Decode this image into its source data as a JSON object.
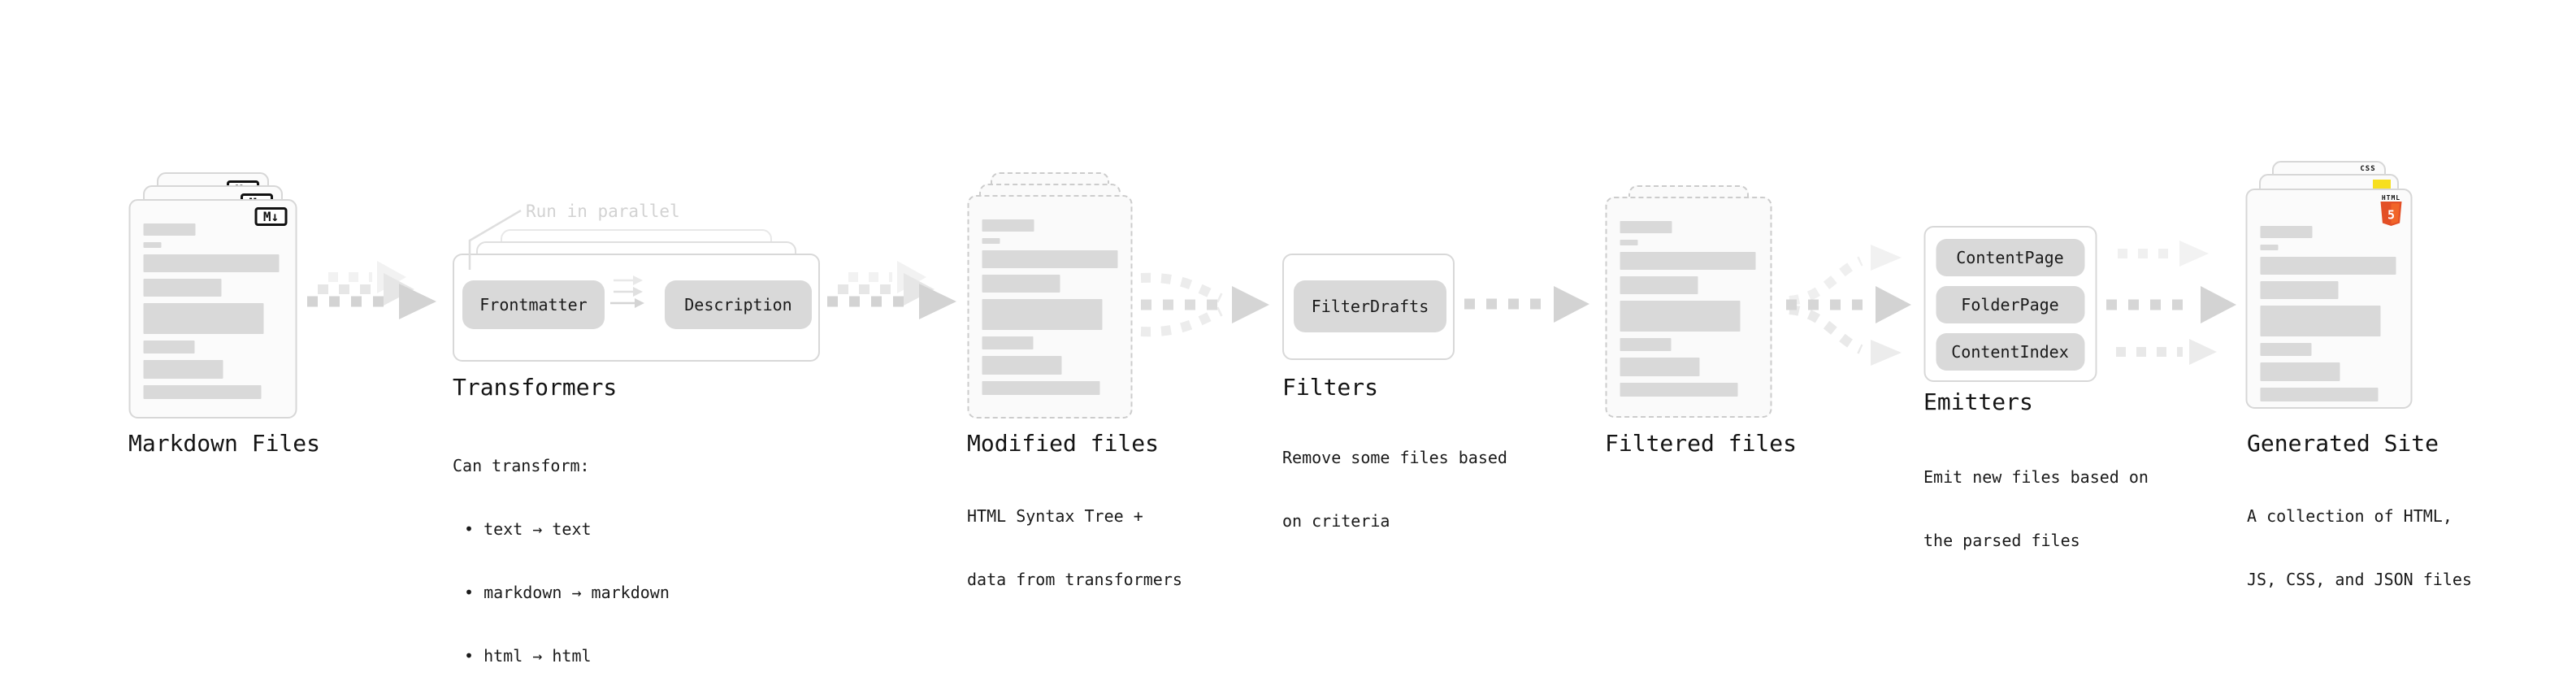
{
  "pipeline": {
    "markdown_files": {
      "title": "Markdown Files",
      "badge": "M↓"
    },
    "transformers": {
      "annotation": "Run in parallel",
      "chips": [
        "Frontmatter",
        "Description"
      ],
      "title": "Transformers",
      "intro": "Can transform:",
      "bullets": [
        "• text → text",
        "• markdown → markdown",
        "• html → html"
      ]
    },
    "modified_files": {
      "title": "Modified files",
      "subtitle_lines": [
        "HTML Syntax Tree +",
        "data from transformers"
      ]
    },
    "filters": {
      "chips": [
        "FilterDrafts"
      ],
      "title": "Filters",
      "subtitle_lines": [
        "Remove some files based",
        "on criteria"
      ]
    },
    "filtered_files": {
      "title": "Filtered files"
    },
    "emitters": {
      "chips": [
        "ContentPage",
        "FolderPage",
        "ContentIndex"
      ],
      "title": "Emitters",
      "subtitle_lines": [
        "Emit new files based on",
        "the parsed files"
      ]
    },
    "generated_site": {
      "title": "Generated Site",
      "subtitle_lines": [
        "A collection of HTML,",
        "JS, CSS, and JSON files"
      ],
      "badges": {
        "css_label": "CSS",
        "html_label": "HTML",
        "html_number": "5"
      }
    },
    "colors": {
      "html5_orange": "#e34f26",
      "html5_orange_light": "#f16529",
      "js_yellow": "#f7df1e",
      "css_blue": "#2f6fed",
      "chip_gray": "#d9d9d9",
      "arrow_gray": "#d3d3d3",
      "arrow_gray_light": "#e6e6e6",
      "arrow_gray_lighter": "#f2f2f2",
      "annotation_gray": "#d2d2d2",
      "text_dark": "#1a1a1a"
    }
  }
}
